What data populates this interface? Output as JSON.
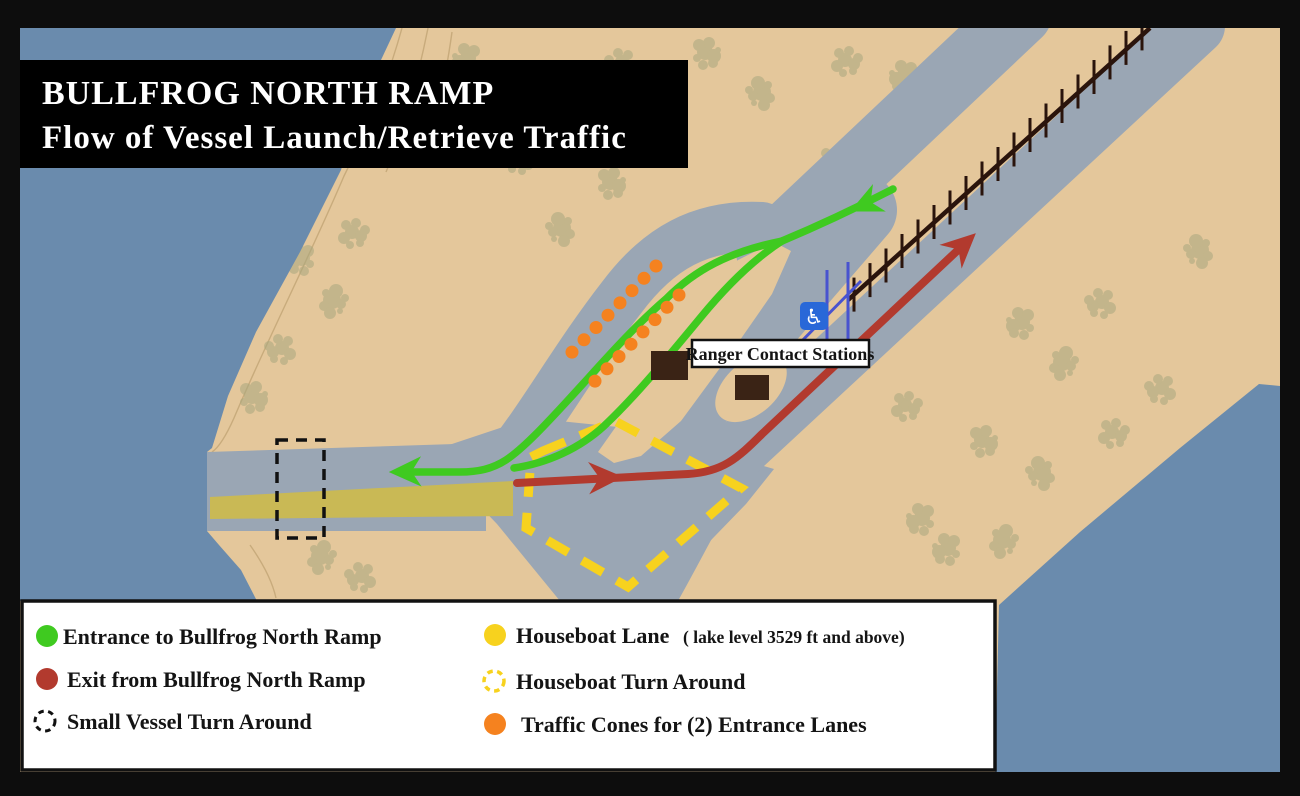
{
  "title": {
    "line1": "BULLFROG NORTH RAMP",
    "line2": "Flow of Vessel Launch/Retrieve Traffic"
  },
  "map": {
    "ranger_station_label": "Ranger Contact Stations",
    "accessible_parking_glyph": "♿",
    "traffic_cone_rows": 2,
    "traffic_cones_per_row": 8
  },
  "legend": {
    "left_items": [
      {
        "swatch": "green-dot",
        "label": "Entrance to Bullfrog North Ramp"
      },
      {
        "swatch": "red-dot",
        "label": "Exit from Bullfrog North Ramp"
      },
      {
        "swatch": "black-dashed-circle",
        "label": "Small Vessel Turn Around"
      }
    ],
    "right_items": [
      {
        "swatch": "yellow-dot",
        "label": "Houseboat Lane",
        "note": "( lake level 3529 ft and above)"
      },
      {
        "swatch": "yellow-dashed-circle",
        "label": "Houseboat Turn Around"
      },
      {
        "swatch": "orange-dot",
        "label": "Traffic Cones for (2) Entrance Lanes"
      }
    ]
  },
  "colors": {
    "frame": "#0d0d0d",
    "water": "#6a8bad",
    "land": "#e4c79b",
    "vegetation": "#a9a87e",
    "contour": "#c8ab7c",
    "road": "#9aa6b4",
    "entrance_green": "#3fca20",
    "exit_red": "#b23a2e",
    "houseboat_dash_yellow": "#f7d21e",
    "houseboat_lane_yellow": "#c9b955",
    "cone_orange": "#f5821f",
    "building_brown": "#3a2315",
    "ramp_hatch_brown": "#2a140c",
    "accessible_blue": "#2968d8",
    "marker_blue": "#4853cf",
    "turnaround_dash_black": "#111111",
    "legend_bg": "#ffffff",
    "title_bg": "#000000"
  }
}
